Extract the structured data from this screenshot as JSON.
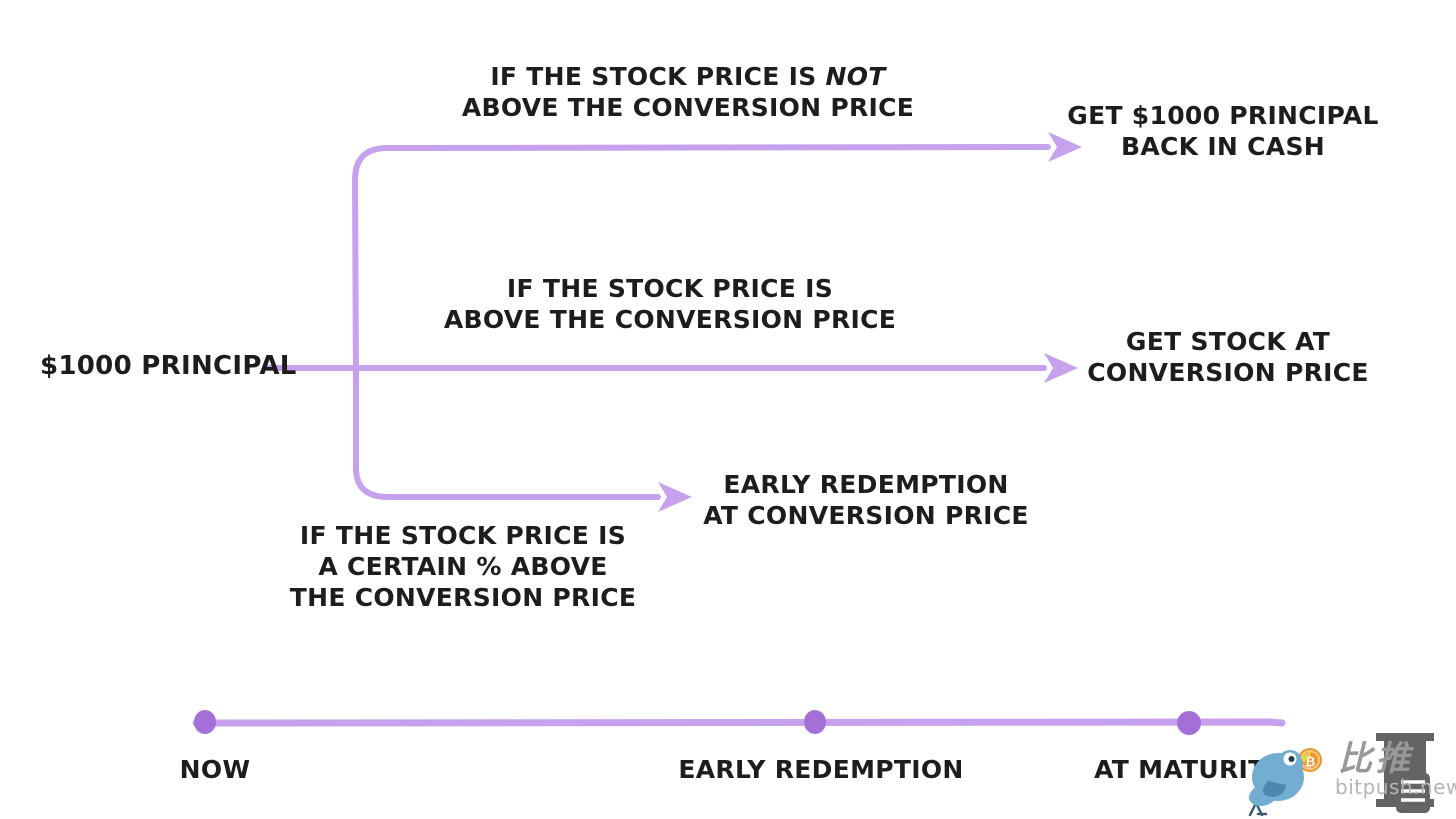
{
  "colors": {
    "line_purple": "#c6a2ee",
    "node_purple": "#a470d8",
    "text_black": "#1d1d1d",
    "watermark_gray": "#989898",
    "watermark_light_gray": "#b4b4b4",
    "watermark_logo_gray": "#4f4f4f",
    "bird_blue": "#74add2",
    "bird_dark_blue": "#4d87ad",
    "bitcoin_orange": "#f0942a",
    "background": "#ffffff"
  },
  "labels": {
    "principal": "$1000 PRINCIPAL"
  },
  "branches": {
    "no_conversion": {
      "condition_prefix": "IF THE STOCK PRICE IS",
      "condition_emphasis": "NOT",
      "condition_line2": "ABOVE THE CONVERSION PRICE",
      "outcome_line1": "GET $1000 PRINCIPAL",
      "outcome_line2": "BACK IN CASH"
    },
    "conversion": {
      "condition_line1": "IF THE STOCK PRICE IS",
      "condition_line2": "ABOVE THE CONVERSION PRICE",
      "outcome_line1": "GET STOCK AT",
      "outcome_line2": "CONVERSION PRICE"
    },
    "early_redemption": {
      "condition_line1": "IF THE STOCK PRICE IS",
      "condition_line2": "A CERTAIN % ABOVE",
      "condition_line3": "THE CONVERSION PRICE",
      "outcome_line1": "EARLY REDEMPTION",
      "outcome_line2": "AT CONVERSION PRICE"
    }
  },
  "timeline": {
    "points": [
      {
        "label": "NOW"
      },
      {
        "label": "EARLY REDEMPTION"
      },
      {
        "label": "AT MATURITY"
      }
    ]
  },
  "watermark": {
    "cn": "比推",
    "en": "bitpush.news"
  }
}
